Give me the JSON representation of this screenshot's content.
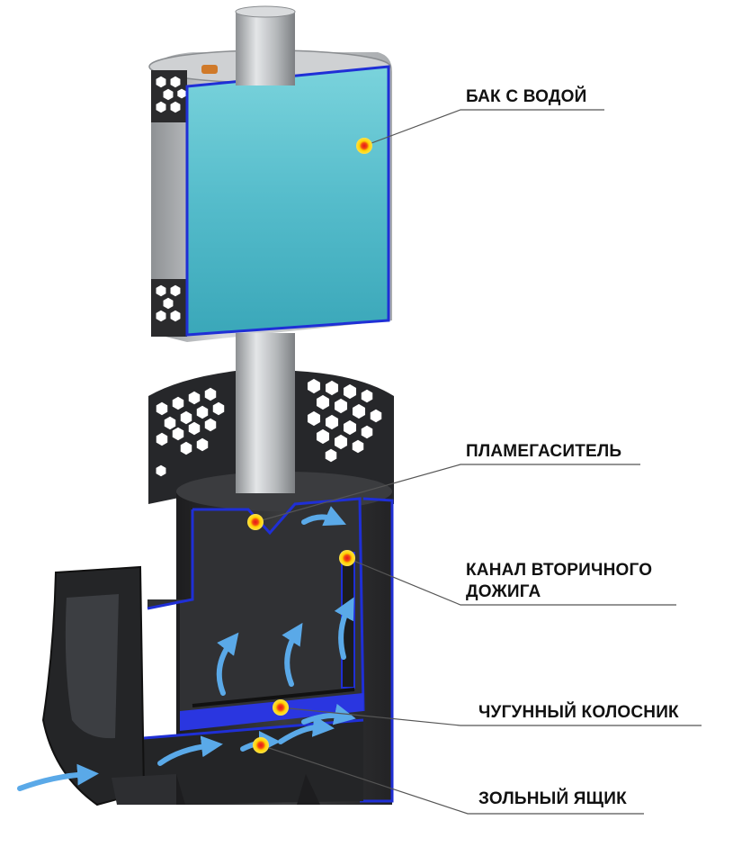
{
  "labels": {
    "water_tank": "БАК С ВОДОЙ",
    "flame_arrester": "ПЛАМЕГАСИТЕЛЬ",
    "afterburn_channel_line1": "КАНАЛ ВТОРИЧНОГО",
    "afterburn_channel_line2": "ДОЖИГА",
    "cast_iron_grate": "ЧУГУННЫЙ КОЛОСНИК",
    "ash_box": "ЗОЛЬНЫЙ ЯЩИК"
  },
  "colors": {
    "marker_fill": "#ffd400",
    "marker_center": "#e8161b",
    "outline_blue": "#1f2fd6",
    "water": "#5fc3cf",
    "airflow": "#5aa9e8",
    "stove_body": "#2a2a2a",
    "pipe": "#b9bcbf",
    "leader_line": "#555555"
  },
  "icons": {
    "marker": "callout-dot-icon",
    "airflow": "airflow-arrow-icon",
    "hex_perforation": "hexagon-cutout-icon"
  }
}
